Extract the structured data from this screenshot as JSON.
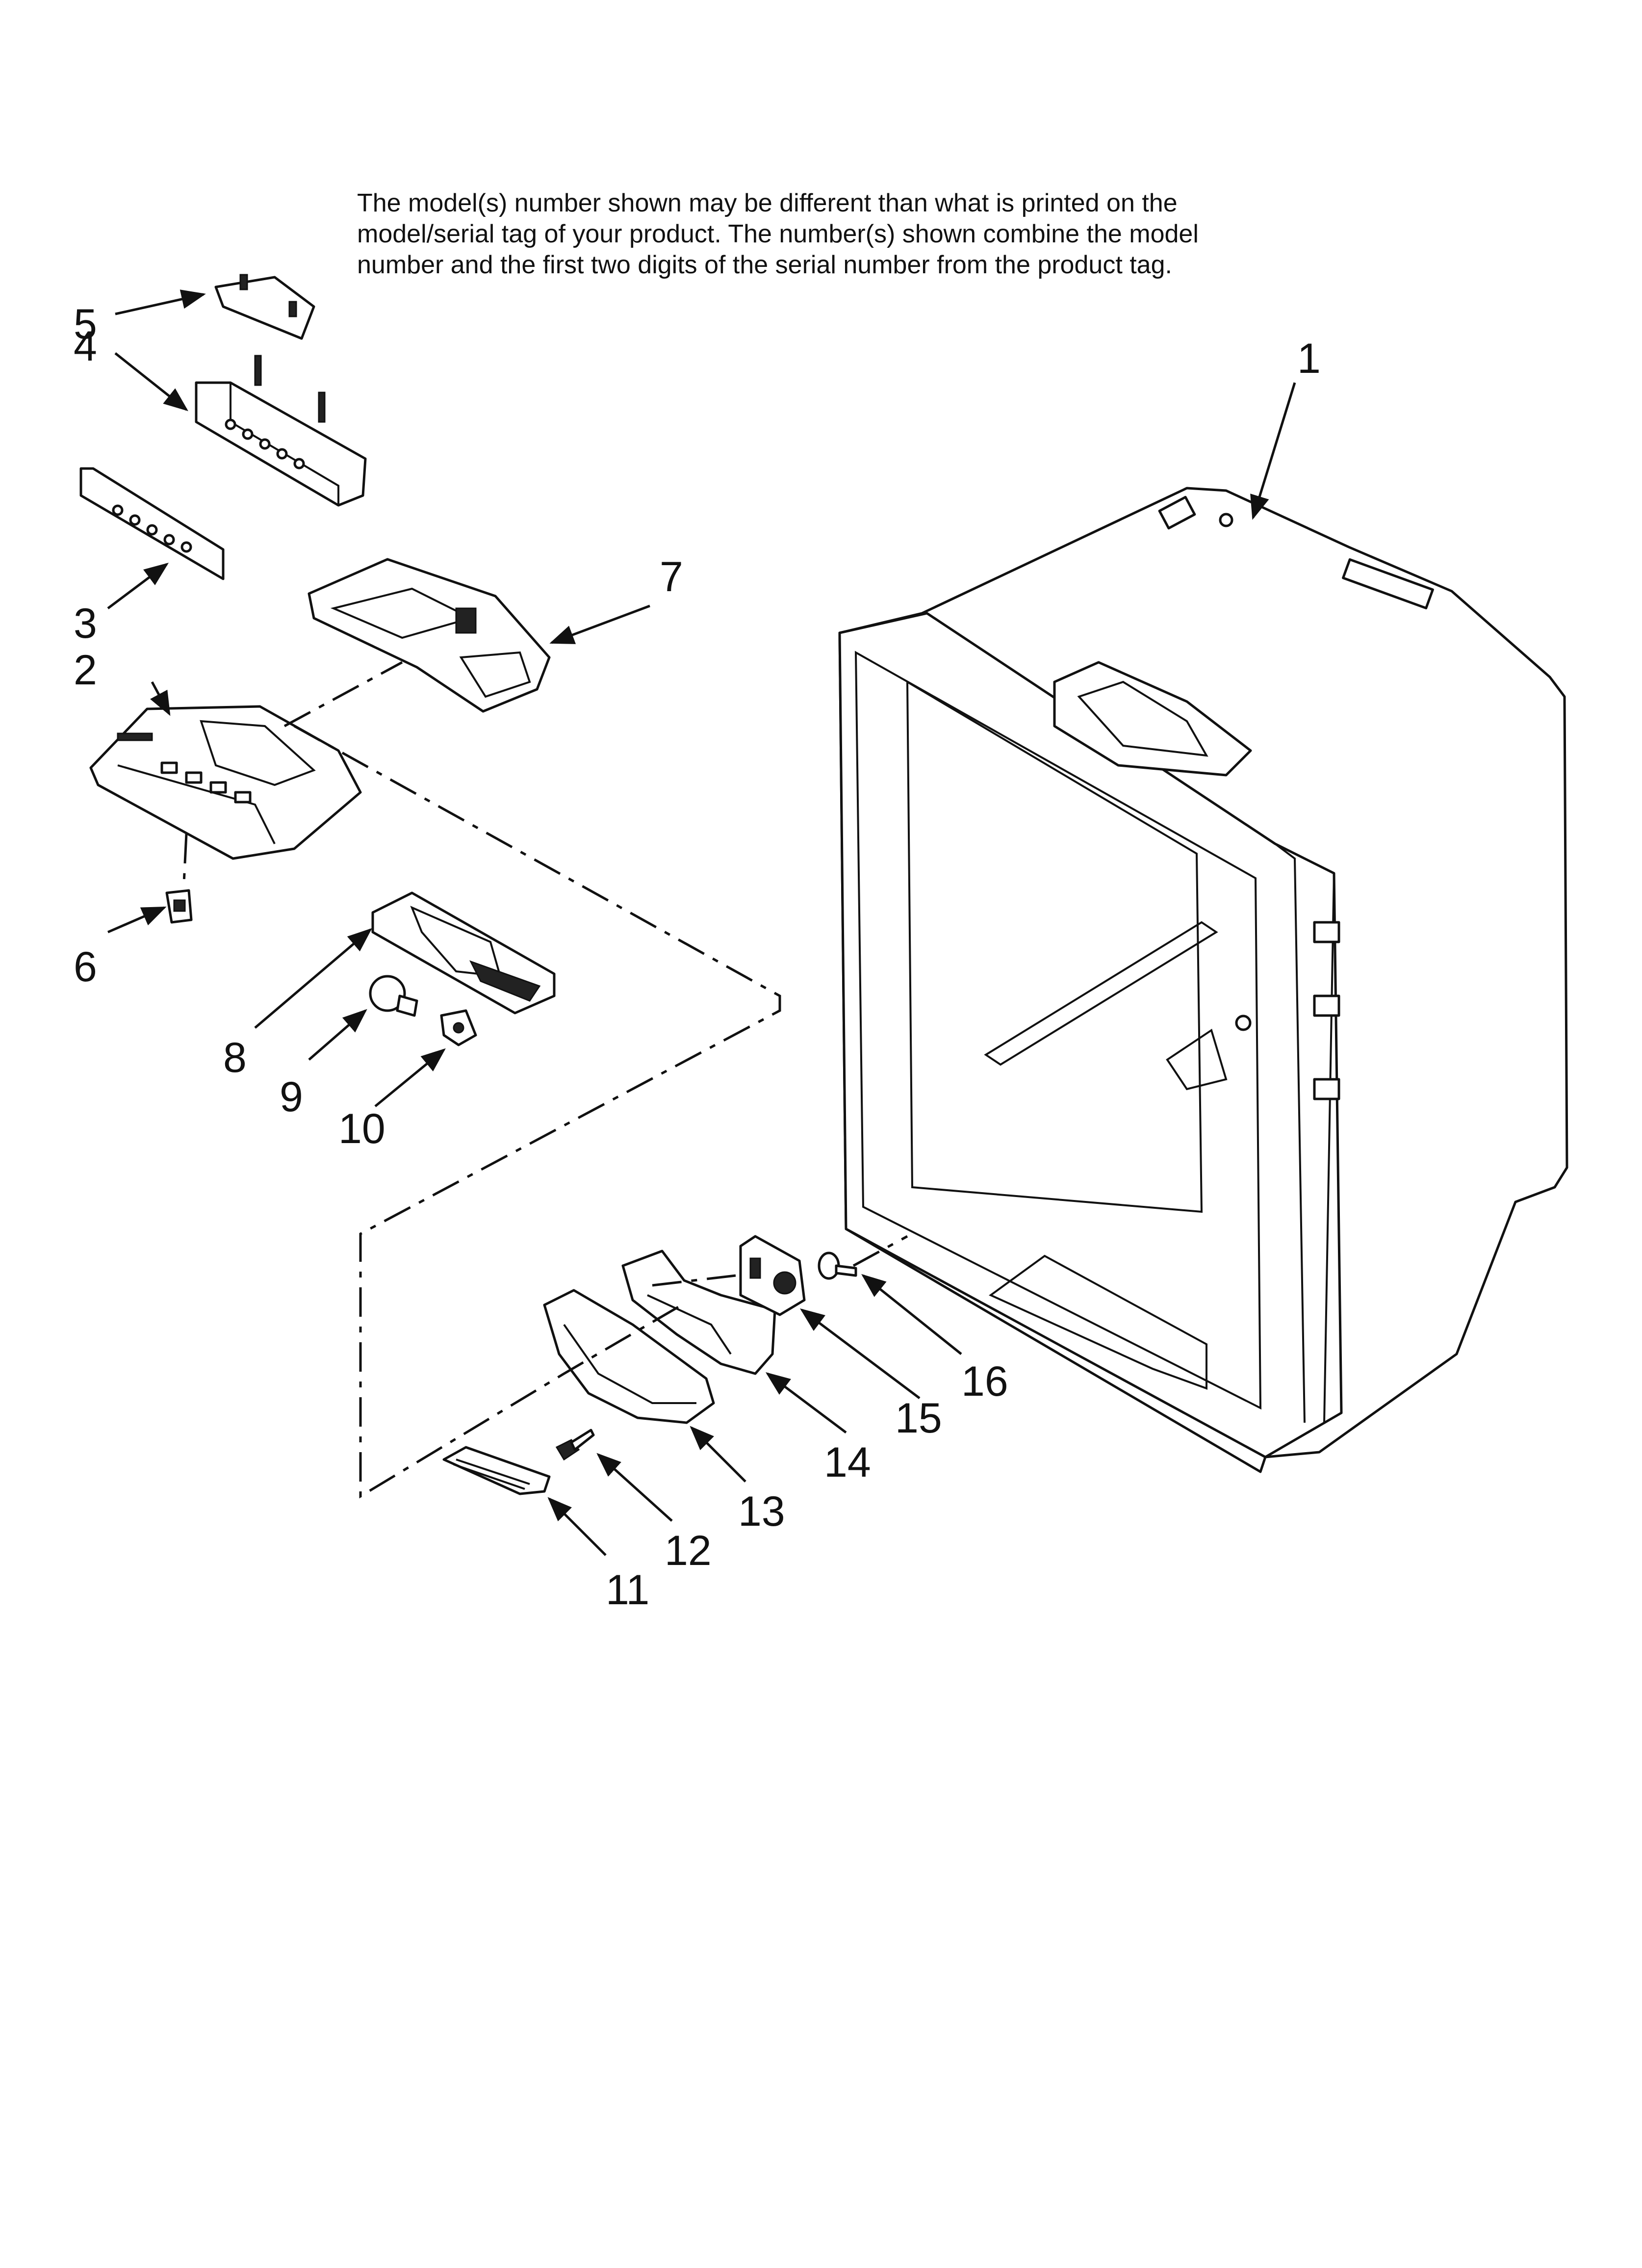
{
  "note": {
    "line1": "The model(s) number shown may be different than what is printed on the",
    "line2": "model/serial tag of your product. The number(s) shown combine the model",
    "line3": "number and the first two digits of the serial number from the product tag."
  },
  "callouts": [
    "1",
    "2",
    "3",
    "4",
    "5",
    "6",
    "7",
    "8",
    "9",
    "10",
    "11",
    "12",
    "13",
    "14",
    "15",
    "16"
  ]
}
